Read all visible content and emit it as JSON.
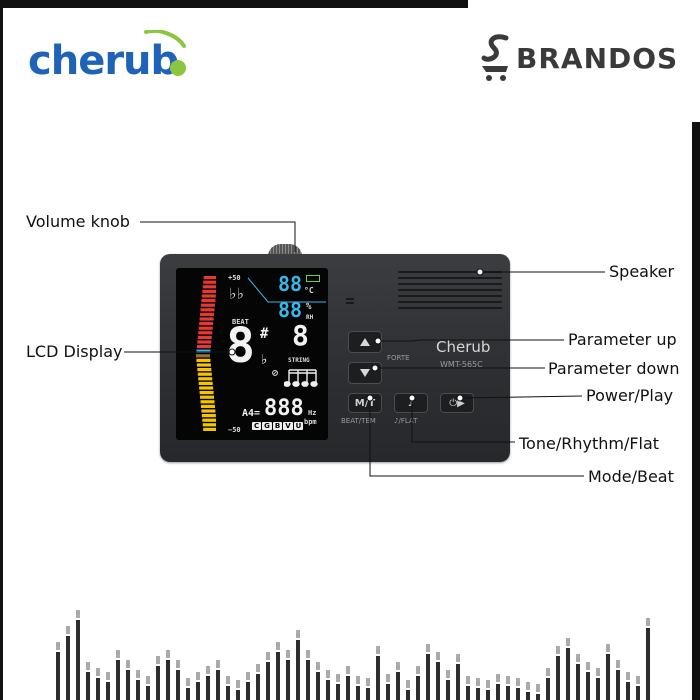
{
  "brands": {
    "product_logo": "cherub",
    "seller_logo": "BRANDOS"
  },
  "device": {
    "logo": "Cherub",
    "model": "WMT-565C",
    "forte_label": "FORTE",
    "mode_button_label": "M/T",
    "mode_caption": "BEAT/TEM",
    "tone_caption": "♪/FLAT",
    "power_symbol": "⏻▶"
  },
  "lcd": {
    "temp_value": "88",
    "temp_unit": "°C",
    "humidity_value": "88",
    "humidity_unit": "%",
    "humidity_label": "RH",
    "beat_label": "BEAT",
    "note_value": "8",
    "sharp": "#",
    "flat": "♭",
    "flats_double": "♭♭",
    "string_value": "8",
    "string_label": "STRING",
    "meter_top": "+50",
    "meter_bottom": "−50",
    "a4_label": "A4=",
    "freq_value": "888",
    "freq_unit": "Hz",
    "bpm_unit": "bpm",
    "tuning_modes": [
      "C",
      "G",
      "B",
      "V",
      "U"
    ]
  },
  "callouts": {
    "volume_knob": "Volume knob",
    "lcd_display": "LCD Display",
    "speaker": "Speaker",
    "parameter_up": "Parameter up",
    "parameter_down": "Parameter down",
    "power_play": "Power/Play",
    "tone_rhythm_flat": "Tone/Rhythm/Flat",
    "mode_beat": "Mode/Beat"
  },
  "colors": {
    "brand_blue": "#1e63b8",
    "brand_green": "#8cc63f",
    "lcd_cyan": "#39b7e8",
    "meter_red": "#e53935",
    "meter_yellow": "#f5c400"
  }
}
